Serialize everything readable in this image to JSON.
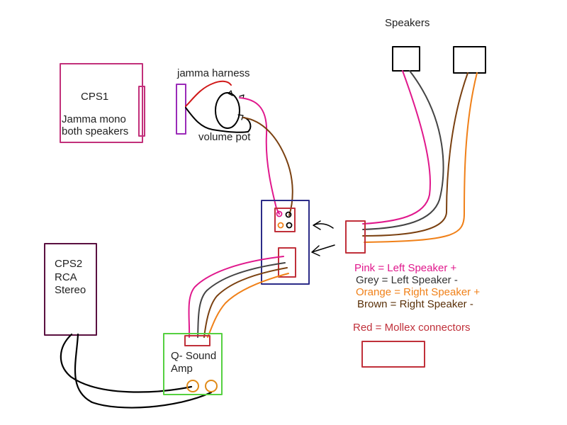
{
  "labels": {
    "speakers": "Speakers",
    "jamma_harness": "jamma harness",
    "volume_pot": "volume pot",
    "cps1_title": "CPS1",
    "cps1_line1": "Jamma mono",
    "cps1_line2": "both speakers",
    "cps2_line1": "CPS2",
    "cps2_line2": "RCA",
    "cps2_line3": "Stereo",
    "amp_line1": "Q- Sound",
    "amp_line2": "Amp"
  },
  "legend": {
    "pink": "Pink = Left Speaker +",
    "grey": "Grey = Left Speaker -",
    "orange": "Orange = Right Speaker +",
    "brown": "Brown = Right Speaker -",
    "red": "Red = Mollex connectors"
  },
  "colors": {
    "pink": "#e0188c",
    "grey": "#444444",
    "orange": "#f08018",
    "brown": "#7a4010",
    "red": "#c0303a",
    "black": "#000000",
    "cps1_box": "#c2307a",
    "harness_box": "#9a2ab8",
    "cps2_box": "#5a1040",
    "junction_box": "#2c2c88",
    "amp_box": "#55d040"
  }
}
